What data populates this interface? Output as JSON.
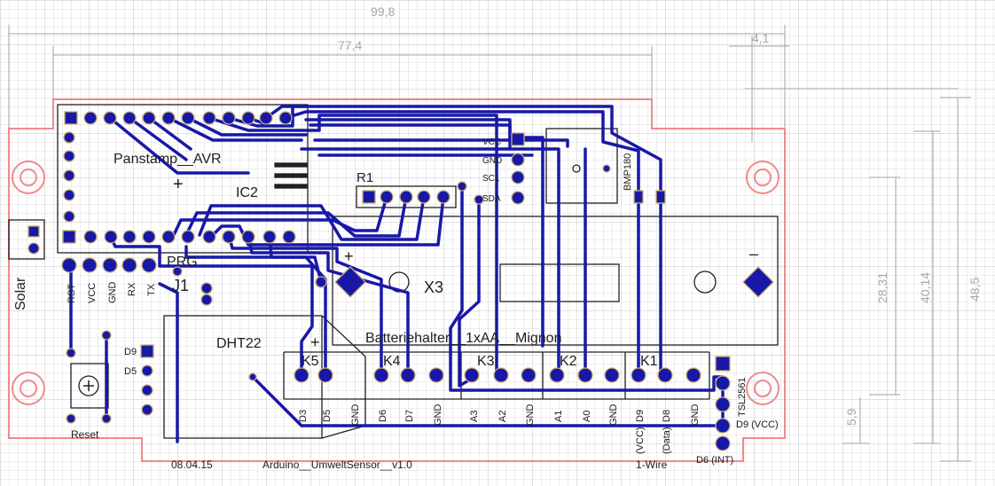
{
  "colors": {
    "background": "#ffffff",
    "grid": "#d4d4d4",
    "trace": "#1818a8",
    "outline": "#f08a8a",
    "silk": "#202020",
    "dim": "#a8a8a8",
    "pad": "#c8b070"
  },
  "dimensions": {
    "width_total": "99,8",
    "width_inner": "77,4",
    "offset_right": "4,1",
    "height_total": "48,5",
    "height_mid": "40,14",
    "height_short": "28,31",
    "offset_bottom": "5,9"
  },
  "components": {
    "panstamp": "Panstamp__AVR",
    "ic2": "IC2",
    "r1": "R1",
    "prg": "PRG",
    "j1": "J1",
    "x3": "X3",
    "dht22": "DHT22",
    "battery": "Batteriehalter__1xAA__Mignon",
    "bmp180": "BMP180",
    "tsl2561": "TSL2561",
    "reset": "Reset",
    "solar": "Solar",
    "k1": "K1",
    "k2": "K2",
    "k3": "K3",
    "k4": "K4",
    "k5": "K5",
    "plus": "+",
    "minus": "–"
  },
  "pin_labels": {
    "header": [
      "RST",
      "VCC",
      "GND",
      "RX",
      "TX"
    ],
    "bmp": [
      "VCC",
      "GND",
      "SCL",
      "SDA"
    ],
    "dht_side": [
      "D9",
      "D5"
    ],
    "bottom": [
      "D3",
      "D5",
      "GND",
      "D6",
      "D7",
      "GND",
      "A3",
      "A2",
      "GND",
      "A1",
      "A0",
      "GND",
      "D9",
      "D8",
      "GND"
    ],
    "wire": [
      "(VCC)",
      "(Data)"
    ],
    "one_wire": "1-Wire",
    "tsl_right": [
      "D9 (VCC)",
      "D6 (INT)"
    ]
  },
  "footer": {
    "date": "08.04.15",
    "project": "Arduino__UmweltSensor__v1.0"
  }
}
